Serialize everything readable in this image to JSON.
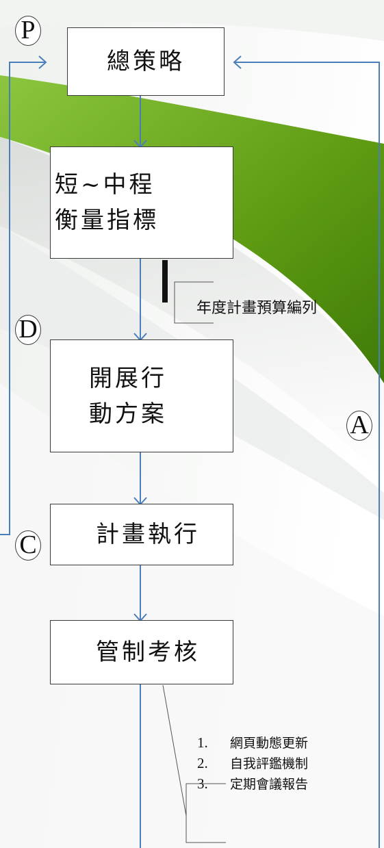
{
  "phases": {
    "p": "P",
    "d": "D",
    "a": "A",
    "c": "C"
  },
  "nodes": {
    "strategy": {
      "lines": [
        "總策略"
      ]
    },
    "indicators": {
      "lines": [
        "短~中程",
        "衡量指標"
      ]
    },
    "action_plan": {
      "lines": [
        "開展行",
        "動方案"
      ]
    },
    "execution": {
      "lines": [
        "計畫執行"
      ]
    },
    "control": {
      "lines": [
        "管制考核"
      ]
    }
  },
  "annotations": {
    "budget": "年度計畫預算編列",
    "control_items": [
      {
        "num": "1.",
        "text": "網頁動態更新"
      },
      {
        "num": "2.",
        "text": "自我評鑑機制"
      },
      {
        "num": "3.",
        "text": "定期會議報告"
      }
    ]
  },
  "colors": {
    "arrow": "#4a7ebb",
    "box_border": "#3a3a3a",
    "accent_green": "#6aa818"
  }
}
